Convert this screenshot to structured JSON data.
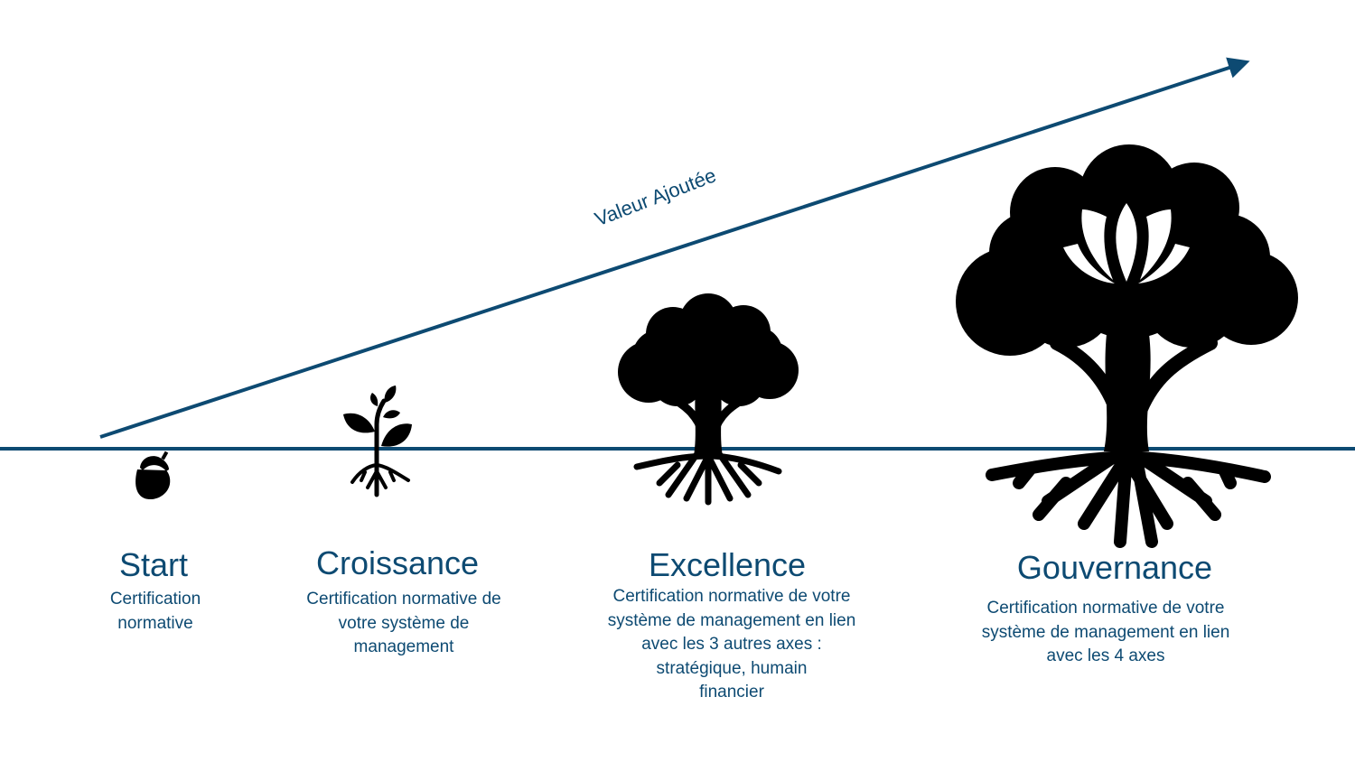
{
  "colors": {
    "accent": "#0d4a72",
    "icon": "#000000",
    "background": "#ffffff"
  },
  "value_axis": {
    "label": "Valeur Ajoutée",
    "arrow_icon": "arrow-up-right-icon"
  },
  "stages": [
    {
      "title": "Start",
      "icon": "acorn-icon",
      "description": [
        "Certification",
        "normative"
      ]
    },
    {
      "title": "Croissance",
      "icon": "sprout-icon",
      "description": [
        "Certification normative de",
        "votre système de",
        "management"
      ]
    },
    {
      "title": "Excellence",
      "icon": "tree-icon",
      "description": [
        "Certification normative de votre",
        "système de management en lien",
        "avec les 3 autres axes :",
        "stratégique, humain",
        "financier"
      ]
    },
    {
      "title": "Gouvernance",
      "icon": "lotus-tree-icon",
      "description": [
        "Certification normative de votre",
        "système de management en lien",
        "avec les 4 axes"
      ]
    }
  ]
}
